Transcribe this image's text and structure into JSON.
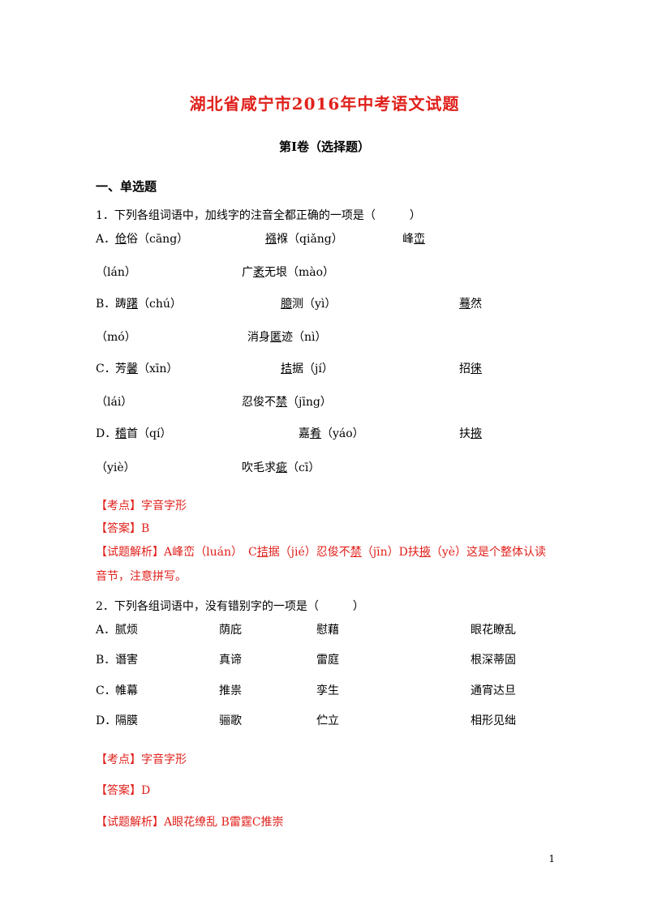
{
  "title": "湖北省咸宁市2016年中考语文试题",
  "subtitle": "第Ⅰ卷（选择题）",
  "section": "一、单选题",
  "q1": {
    "stem": "1．下列各组词语中，加线字的注音全都正确的一项是（　　　）",
    "A": {
      "label": "A．",
      "w1a": "伧",
      "w1b": "俗（cāng）",
      "w2a": "襁",
      "w2b": "褓（qiǎng）",
      "w3a": "峰",
      "w3b": "峦",
      "w3p": "（lán）",
      "w4a": "广",
      "w4u": "袤",
      "w4b": "无垠（mào）"
    },
    "B": {
      "label": "B．",
      "w1a": "踌",
      "w1u": "躇",
      "w1b": "（chú）",
      "w2u": "臆",
      "w2b": "测（yì）",
      "w3u": "蓦",
      "w3b": "然",
      "w3p": "（mó）",
      "w4a": "消身",
      "w4u": "匿",
      "w4b": "迹（nì）"
    },
    "C": {
      "label": "C．",
      "w1a": "芳",
      "w1u": "馨",
      "w1b": "（xīn）",
      "w2u": "拮",
      "w2b": "据（jí）",
      "w3a": "招",
      "w3u": "徕",
      "w3p": "（lái）",
      "w4a": "忍俊不",
      "w4u": "禁",
      "w4b": "（jīng）"
    },
    "D": {
      "label": "D．",
      "w1u": "稽",
      "w1b": "首（qí）",
      "w2a": "嘉",
      "w2u": "肴",
      "w2b": "（yáo）",
      "w3a": "扶",
      "w3u": "掖",
      "w3p": "（yiè）",
      "w4a": "吹毛求",
      "w4u": "疵",
      "w4b": "（cī）"
    },
    "kaodian_tag": "【考点】",
    "kaodian": "字音字形",
    "answer_tag": "【答案】",
    "answer": "B",
    "jiexi_tag": "【试题解析】",
    "jiexi_1": "A峰峦（luán）　C",
    "jiexi_u1": "拮",
    "jiexi_2": "据（jié）忍俊不",
    "jiexi_u2": "禁",
    "jiexi_3": "（jīn）D扶",
    "jiexi_u3": "掖",
    "jiexi_4": "（yè）这是个整体认读",
    "jiexi_line2": "音节，注意拼写。"
  },
  "q2": {
    "stem": "2．下列各组词语中，没有错别字的一项是（　　　）",
    "rows": [
      {
        "label": "A．",
        "c1": "腻烦",
        "c2": "荫庇",
        "c3": "慰藉",
        "c4": "眼花瞭乱"
      },
      {
        "label": "B．",
        "c1": "谮害",
        "c2": "真谛",
        "c3": "雷庭",
        "c4": "根深蒂固"
      },
      {
        "label": "C．",
        "c1": "帷幕",
        "c2": "推祟",
        "c3": "孪生",
        "c4": "通宵达旦"
      },
      {
        "label": "D．",
        "c1": "隔膜",
        "c2": "骊歌",
        "c3": "伫立",
        "c4": "相形见绌"
      }
    ],
    "kaodian_tag": "【考点】",
    "kaodian": "字音字形",
    "answer_tag": "【答案】",
    "answer": "D",
    "jiexi_tag": "【试题解析】",
    "jiexi": "A眼花缭乱 B雷霆C推崇"
  },
  "page_number": "1",
  "colors": {
    "accent": "#e0201b",
    "text": "#000000"
  }
}
